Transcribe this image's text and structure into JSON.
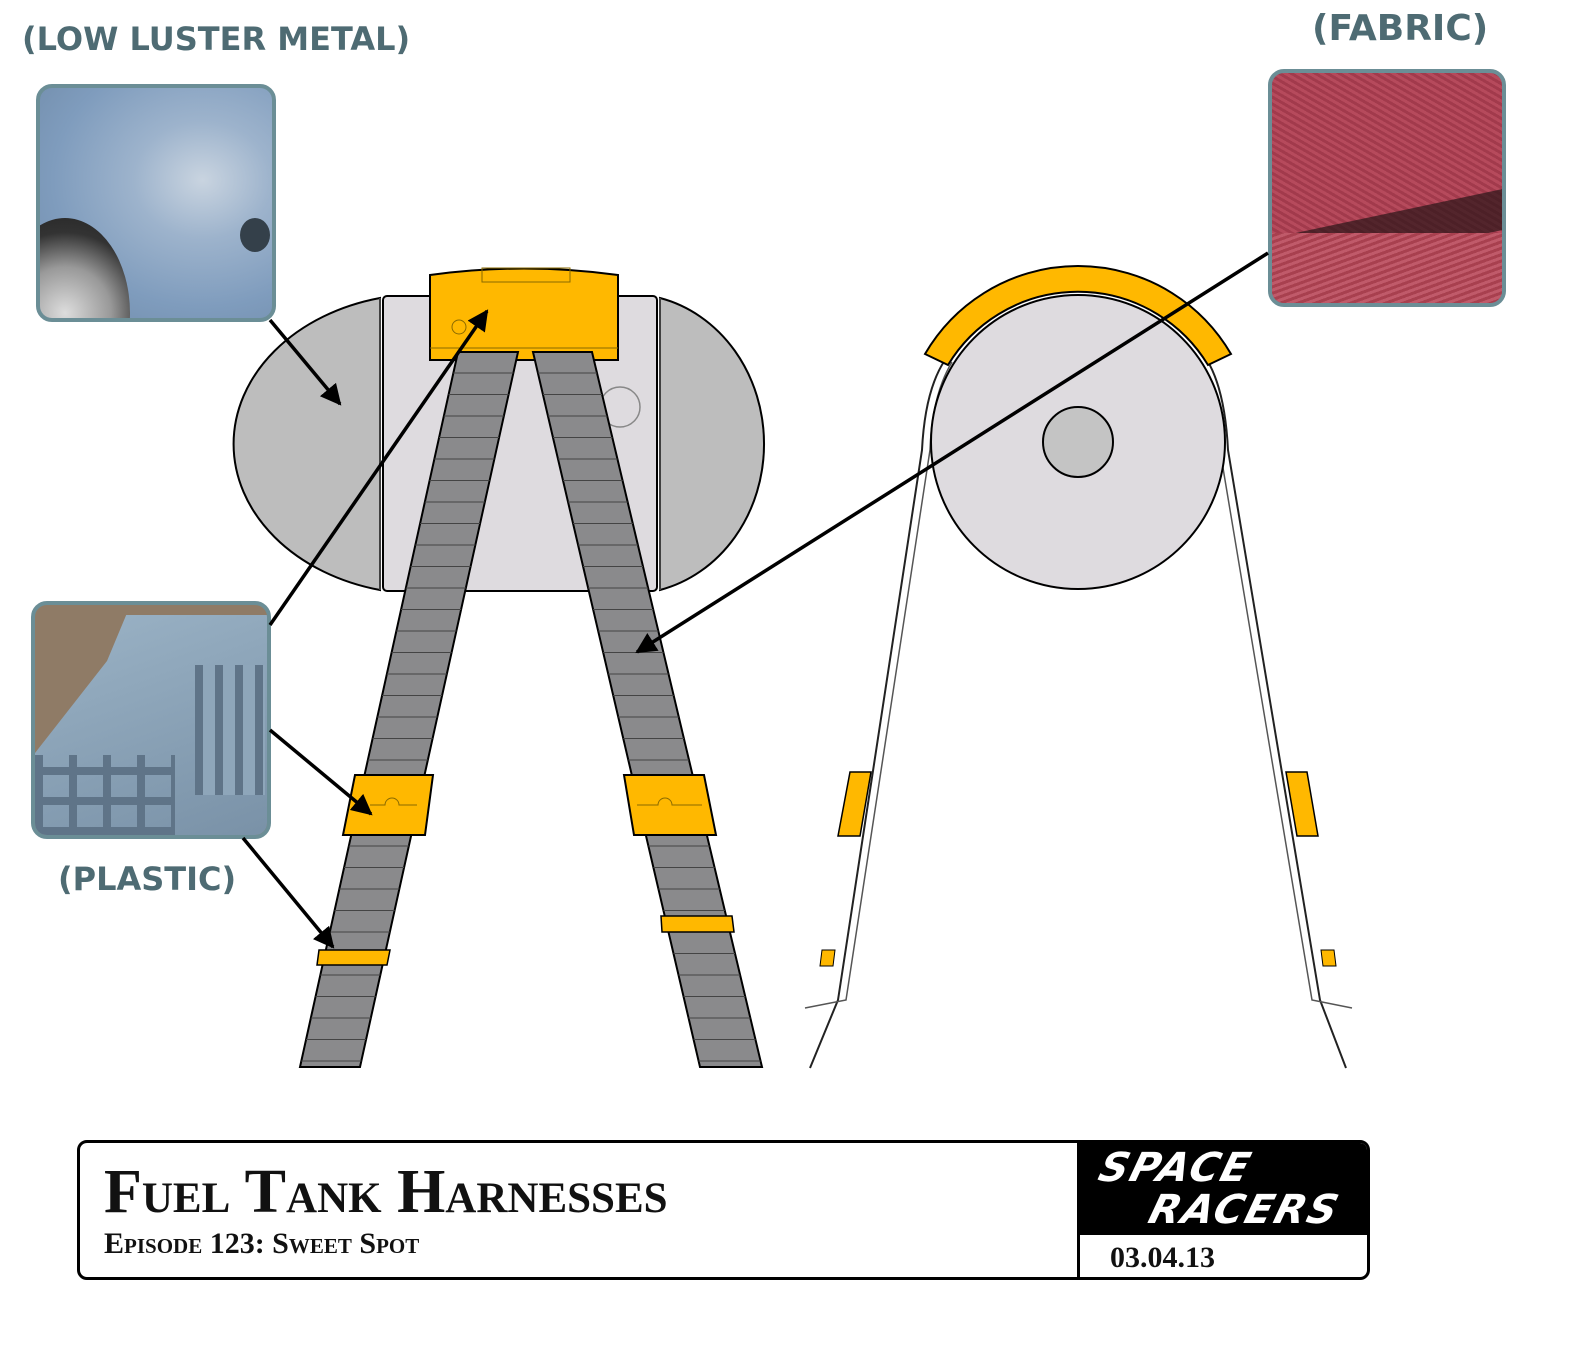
{
  "callouts": {
    "metal": {
      "label": "(LOW LUSTER METAL)",
      "icon": "metal-swatch"
    },
    "fabric": {
      "label": "(FABRIC)",
      "icon": "fabric-swatch"
    },
    "plastic": {
      "label": "(PLASTIC)",
      "icon": "plastic-swatch"
    }
  },
  "title_block": {
    "title": "Fuel Tank Harnesses",
    "subtitle": "Episode 123: Sweet Spot",
    "logo_line1": "SPACE",
    "logo_line2": "RACERS",
    "date": "03.04.13"
  },
  "colors": {
    "accent": "#FFB800",
    "strap": "#8a8a8c",
    "tank_cap": "#bdbdbd",
    "tank_body": "#dedbdf",
    "label": "#4e6b73"
  }
}
